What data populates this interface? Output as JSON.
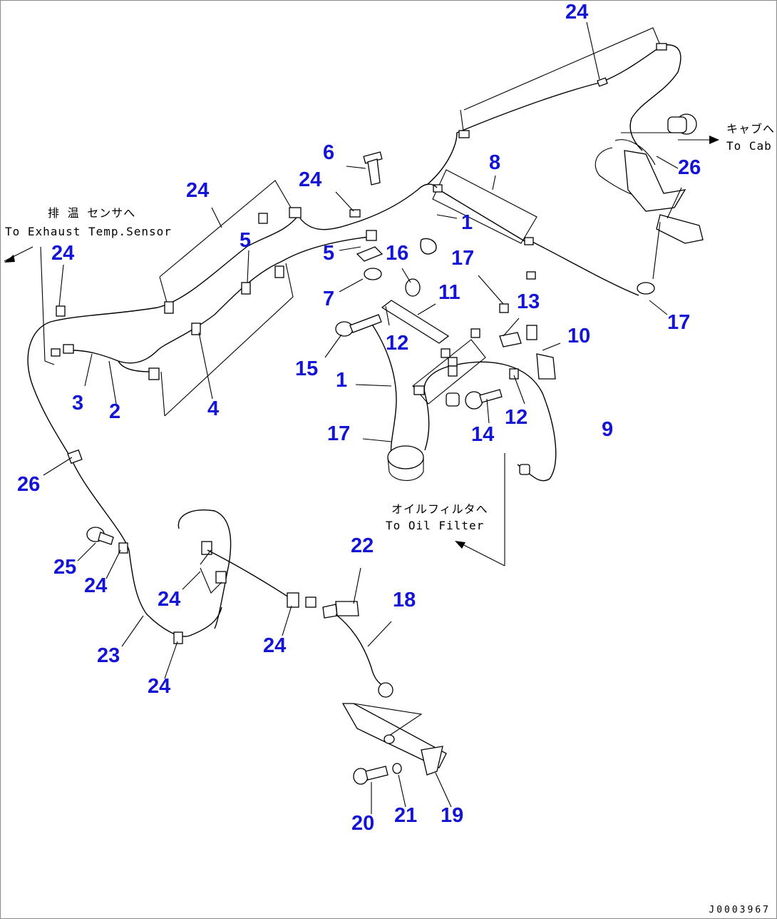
{
  "notes": {
    "exhaust_jp": "排 温 センサへ",
    "exhaust_en": "To Exhaust Temp.Sensor",
    "cab_jp": "キャブへ",
    "cab_en": "To Cab",
    "oil_jp": "オイルフィルタへ",
    "oil_en": "To Oil Filter"
  },
  "callouts": {
    "c24_top": "24",
    "c26_right": "26",
    "c8": "8",
    "c6": "6",
    "c24_mid": "24",
    "c24_upper_left": "24",
    "c1_top": "1",
    "c5_a": "5",
    "c5_b": "5",
    "c24_left": "24",
    "c16": "16",
    "c17_a": "17",
    "c17_right": "17",
    "c7": "7",
    "c11": "11",
    "c13": "13",
    "c12_a": "12",
    "c10": "10",
    "c15": "15",
    "c3": "3",
    "c2": "2",
    "c4": "4",
    "c1_mid": "1",
    "c12_b": "12",
    "c9": "9",
    "c14": "14",
    "c17_b": "17",
    "c26_left": "26",
    "c25": "25",
    "c24_b": "24",
    "c22": "22",
    "c24_c": "24",
    "c18": "18",
    "c23": "23",
    "c24_d": "24",
    "c24_e": "24",
    "c20": "20",
    "c21": "21",
    "c19": "19"
  },
  "document_id": "J0003967"
}
